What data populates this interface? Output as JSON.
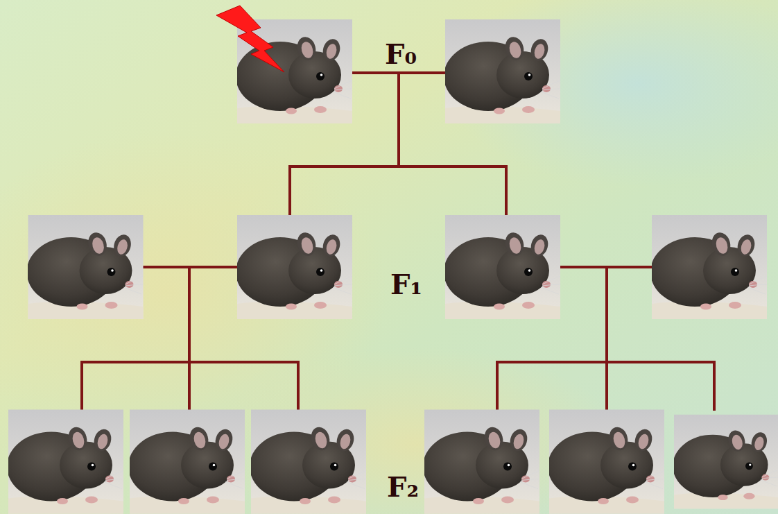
{
  "diagram": {
    "labels": [
      "F₀",
      "F₁",
      "F₂"
    ]
  }
}
